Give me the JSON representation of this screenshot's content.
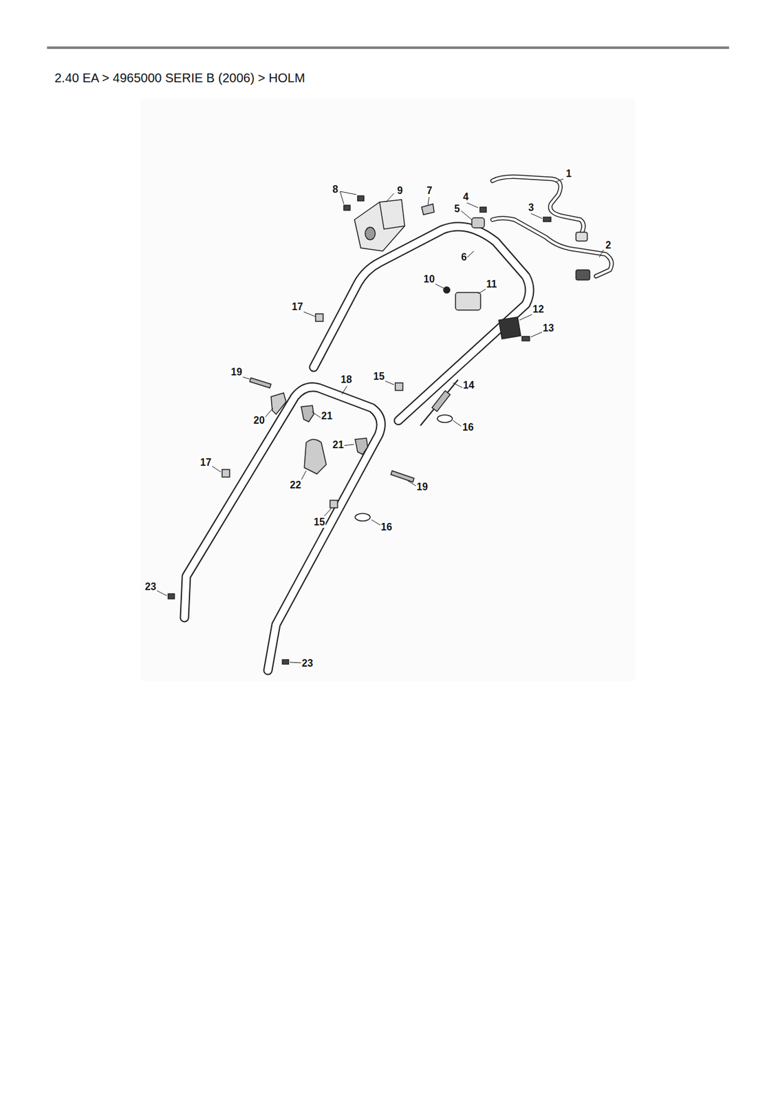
{
  "diagram": {
    "title": "2.40 EA  >  4965000 SERIE B (2006)  >  HOLM",
    "labels": [
      "1",
      "8",
      "9",
      "7",
      "4",
      "3",
      "5",
      "2",
      "6",
      "10",
      "11",
      "17",
      "12",
      "13",
      "19",
      "15",
      "18",
      "14",
      "21",
      "20",
      "16",
      "21",
      "17",
      "22",
      "19",
      "15",
      "16",
      "23",
      "23"
    ]
  }
}
